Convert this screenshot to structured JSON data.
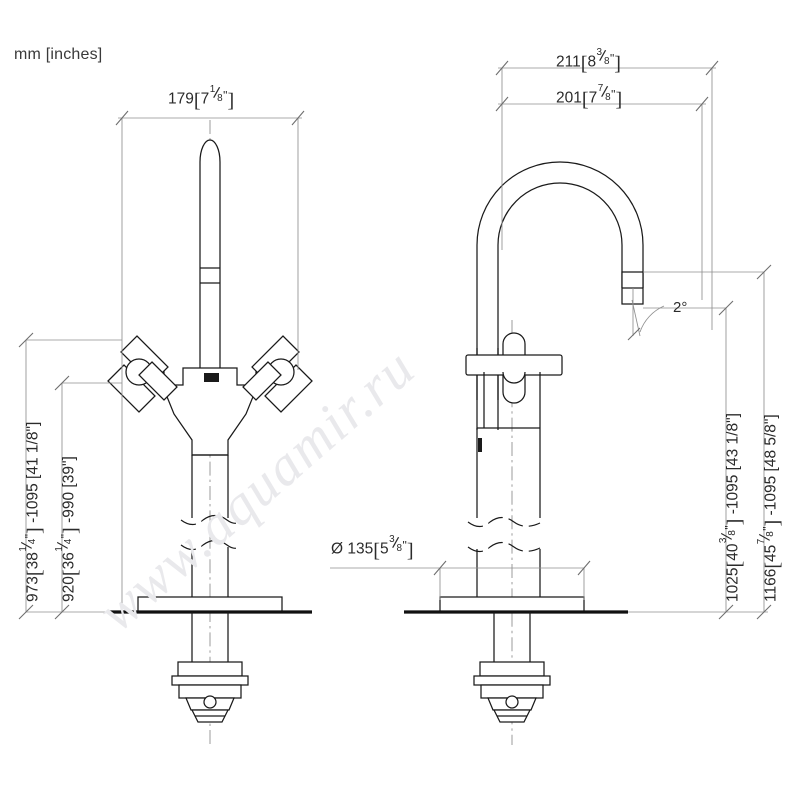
{
  "sheet": {
    "units_note": "mm [inches]",
    "watermark": "www.aquamir.ru",
    "background": "#ffffff",
    "line_color": "#1a1a1a",
    "thin_line_color": "#8a8a8a"
  },
  "dimensions": {
    "front_width": {
      "mm": "179",
      "inch_whole": "7",
      "inch_num": "1",
      "inch_den": "8",
      "text": "179 [7 1/8\"]"
    },
    "side_overall_reach": {
      "mm": "211",
      "inch_whole": "8",
      "inch_num": "3",
      "inch_den": "8",
      "text": "211 [8 3/8\"]"
    },
    "side_spout_reach": {
      "mm": "201",
      "inch_whole": "7",
      "inch_num": "7",
      "inch_den": "8",
      "text": "201 [7 7/8\"]"
    },
    "base_diameter": {
      "symbol": "Ø",
      "mm": "135",
      "inch_whole": "5",
      "inch_num": "3",
      "inch_den": "8",
      "text": "Ø 135 [5 3/8\"]"
    },
    "left_outer": {
      "mm_min": "973",
      "inch_min_whole": "38",
      "inch_min_num": "1",
      "inch_min_den": "4",
      "mm_max": "1095",
      "inch_max": "41 1/8\"",
      "text": "973 [38 1/4\"] -1095 [41 1/8\"]"
    },
    "left_inner": {
      "mm_min": "920",
      "inch_min_whole": "36",
      "inch_min_num": "1",
      "inch_min_den": "4",
      "mm_max": "990",
      "inch_max": "39\"",
      "text": "920 [36 1/4\"] -990 [39\"]"
    },
    "right_inner": {
      "mm_min": "1025",
      "inch_min_whole": "40",
      "inch_min_num": "3",
      "inch_min_den": "8",
      "mm_max": "1095",
      "inch_max": "43 1/8\"",
      "text": "1025 [40 3/8\"] -1095 [43 1/8\"]"
    },
    "right_outer": {
      "mm_min": "1166",
      "inch_min_whole": "45",
      "inch_min_num": "7",
      "inch_min_den": "8",
      "mm_max": "1095",
      "inch_max": "48 5/8\"",
      "text": "1166 [45 7/8\"] -1095 [48 5/8\"]"
    },
    "spout_angle": {
      "text": "2°"
    }
  },
  "views": {
    "front": {
      "name": "front-elevation"
    },
    "side": {
      "name": "side-elevation"
    }
  }
}
